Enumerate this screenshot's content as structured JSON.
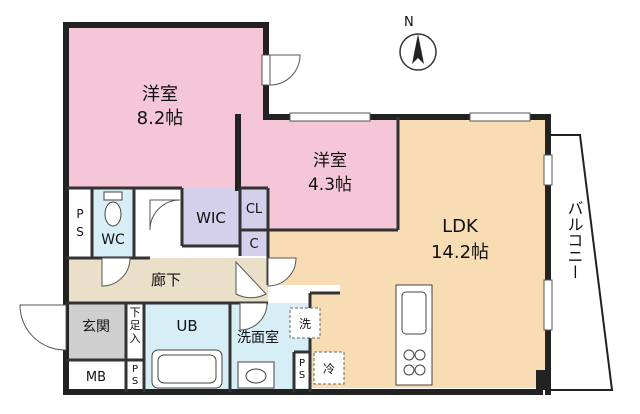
{
  "compass": {
    "north": "N"
  },
  "rooms": {
    "western1": {
      "name": "洋室",
      "size": "8.2帖"
    },
    "western2": {
      "name": "洋室",
      "size": "4.3帖"
    },
    "ldk": {
      "name": "LDK",
      "size": "14.2帖"
    },
    "wic": "WIC",
    "cl": "CL",
    "c": "C",
    "wc": "WC",
    "ps_top": "P\nS",
    "corridor": "廊下",
    "entrance": "玄関",
    "shoe": "下足入",
    "ub": "UB",
    "washroom": "洗面室",
    "washer": "洗",
    "fridge": "冷",
    "mb": "MB",
    "ps_bottom": "P\nS",
    "ps_mid": "P\nS",
    "balcony": "バルコニー"
  },
  "colors": {
    "western": "#f4c6d8",
    "ldk": "#f7dcb4",
    "storage": "#d4cfea",
    "wet": "#d7eef6",
    "corridor": "#eadfc8",
    "entrance": "#cfcfcf",
    "wall": "#222222"
  }
}
